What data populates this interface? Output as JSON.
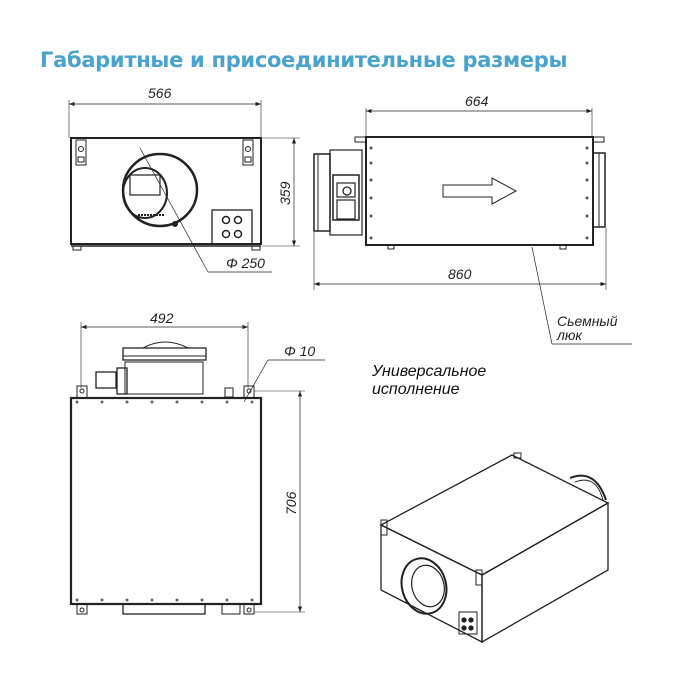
{
  "title": "Габаритные и присоединительные размеры",
  "title_color": "#4aa3cf",
  "front_view": {
    "width_label": "566",
    "height_label": "359",
    "diameter_label": "Φ 250"
  },
  "side_view": {
    "body_length_label": "664",
    "total_length_label": "860",
    "arrow_direction": "right",
    "callout_line1": "Сьемный",
    "callout_line2": "люк"
  },
  "top_view": {
    "width_label": "492",
    "length_label": "706",
    "hole_label": "Φ 10"
  },
  "iso_view": {
    "caption_line1": "Универсальное",
    "caption_line2": "исполнение"
  }
}
